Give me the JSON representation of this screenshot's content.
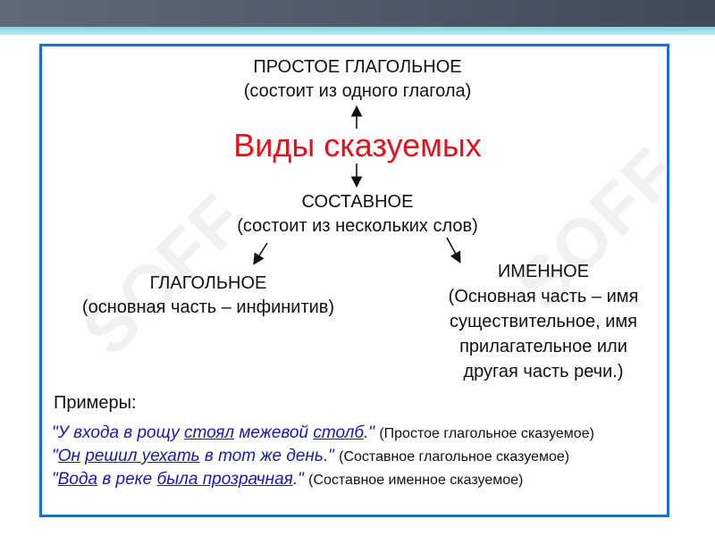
{
  "watermark": "SOFF",
  "title": "Виды сказуемых",
  "simple": {
    "line1": "ПРОСТОЕ ГЛАГОЛЬНОЕ",
    "line2": "(состоит из одного глагола)"
  },
  "compound": {
    "line1": "СОСТАВНОЕ",
    "line2": "(состоит из нескольких слов)"
  },
  "verbal": {
    "line1": "ГЛАГОЛЬНОЕ",
    "line2": "(основная часть – инфинитив)"
  },
  "nominal": {
    "line1": "ИМЕННОЕ",
    "line2": "(Основная часть – имя",
    "line3": "существительное, имя",
    "line4": "прилагательное или",
    "line5": "другая часть речи.)"
  },
  "examples": {
    "heading": "Примеры:",
    "ex1": {
      "p1": "\"У входа в рощу ",
      "u1": "стоял",
      "p2": " межевой ",
      "u2": "столб",
      "p3": ".\" ",
      "note": "(Простое глагольное сказуемое)"
    },
    "ex2": {
      "p0": "\"",
      "u0": "Он",
      "p1": " ",
      "u1": "решил уехать",
      "p2": " в тот же день.\" ",
      "note": "(Составное глагольное сказуемое)"
    },
    "ex3": {
      "p0": "\"",
      "u0": "Вода",
      "p1": "  в реке ",
      "u1": "была прозрачная",
      "p2": ".\" ",
      "note": "(Составное именное сказуемое)"
    }
  }
}
